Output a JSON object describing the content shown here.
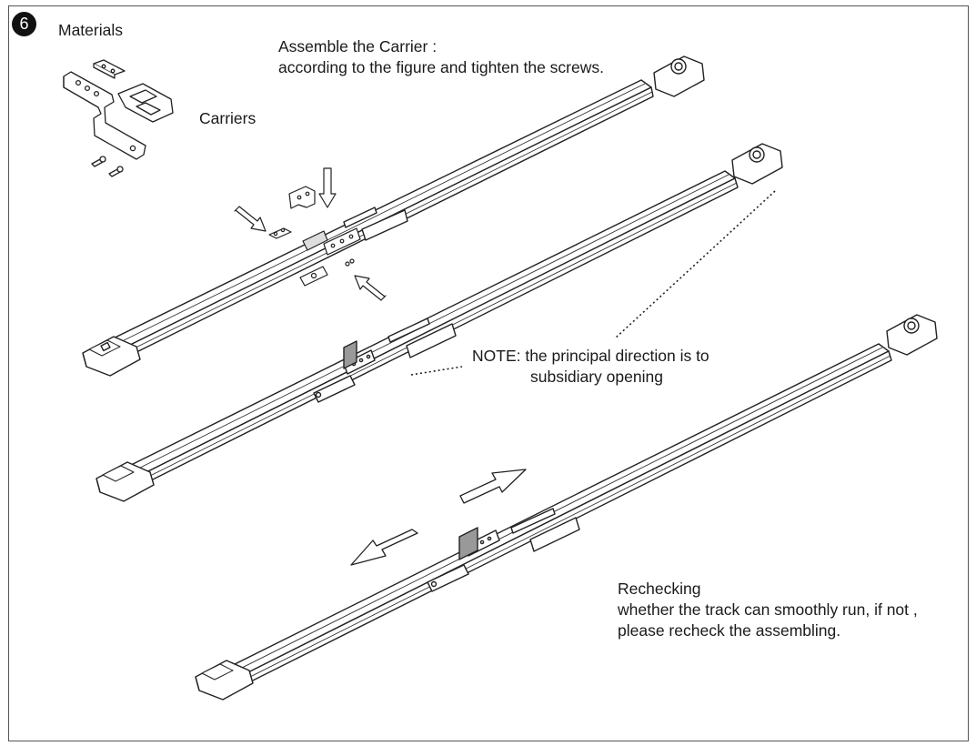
{
  "step": {
    "number": "6"
  },
  "materials": {
    "title": "Materials",
    "carriers_label": "Carriers"
  },
  "assemble": {
    "title": "Assemble the Carrier :",
    "instruction": "according to the figure and tighten the screws."
  },
  "note": {
    "line1": "NOTE: the principal direction is to",
    "line2": "subsidiary opening"
  },
  "recheck": {
    "title": "Rechecking",
    "line1": "whether the track can smoothly run, if not ,",
    "line2": "please recheck the assembling."
  }
}
